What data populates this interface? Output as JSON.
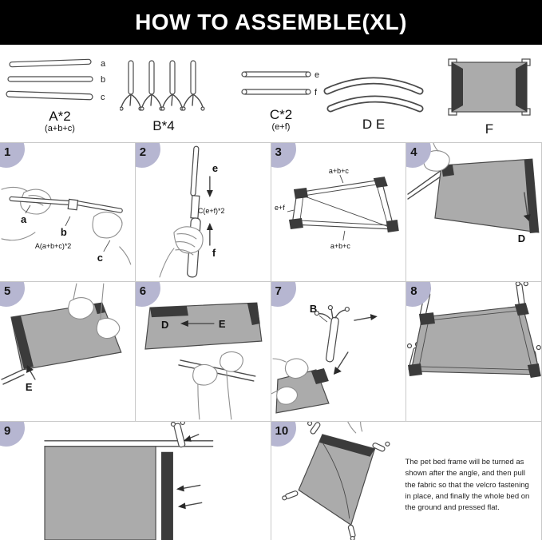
{
  "header": {
    "title": "HOW TO ASSEMBLE(XL)"
  },
  "parts": {
    "a": {
      "label": "A*2",
      "sub": "(a+b+c)",
      "bar_labels": [
        "a",
        "b",
        "c"
      ]
    },
    "b": {
      "label": "B*4"
    },
    "c": {
      "label": "C*2",
      "sub": "(e+f)",
      "bar_labels": [
        "e",
        "f"
      ]
    },
    "de": {
      "label": "D E"
    },
    "f": {
      "label": "F"
    }
  },
  "steps": {
    "s1": {
      "num": "1",
      "label_a": "a",
      "label_b": "b",
      "label_c": "c",
      "caption": "A(a+b+c)*2"
    },
    "s2": {
      "num": "2",
      "label_e": "e",
      "label_f": "f",
      "caption": "C(e+f)*2"
    },
    "s3": {
      "num": "3",
      "label_top": "a+b+c",
      "label_left": "e+f",
      "label_bottom": "a+b+c"
    },
    "s4": {
      "num": "4",
      "label_d": "D"
    },
    "s5": {
      "num": "5",
      "label_e": "E"
    },
    "s6": {
      "num": "6",
      "label_d": "D",
      "label_e": "E"
    },
    "s7": {
      "num": "7",
      "label_b": "B"
    },
    "s8": {
      "num": "8"
    },
    "s9": {
      "num": "9"
    },
    "s10": {
      "num": "10",
      "note": "The pet bed frame will be turned as shown after the angle, and then pull the fabric so that the velcro fastening in place, and finally the whole bed on the ground and pressed flat."
    }
  },
  "colors": {
    "header_bg": "#000000",
    "header_text": "#ffffff",
    "step_badge": "#b6b6d1",
    "fabric_gray": "#ababab",
    "fabric_dark": "#3b3b3b",
    "line": "#4a4a4a",
    "grid_line": "#c9c9c9"
  }
}
